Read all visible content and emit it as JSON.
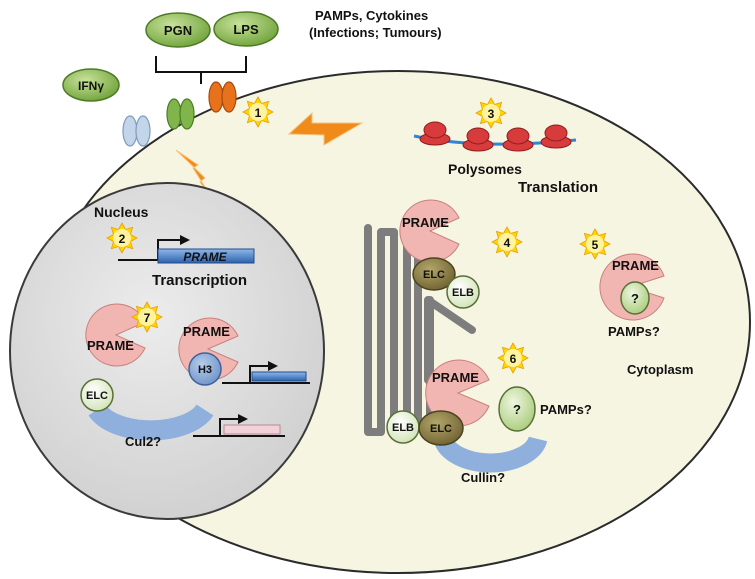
{
  "stimuli": {
    "pgn": "PGN",
    "lps": "LPS",
    "ifn": "IFNγ",
    "pamps_title": "PAMPs, Cytokines",
    "pamps_subtitle": "(Infections; Tumours)"
  },
  "steps": [
    "1",
    "2",
    "3",
    "4",
    "5",
    "6",
    "7"
  ],
  "labels": {
    "nucleus": "Nucleus",
    "prame_gene": "PRAME",
    "transcription": "Transcription",
    "polysomes": "Polysomes",
    "translation": "Translation",
    "cytoplasm": "Cytoplasm",
    "pamps_q1": "PAMPs?",
    "pamps_q2": "PAMPs?"
  },
  "proteins": {
    "prame": "PRAME",
    "elc": "ELC",
    "elb": "ELB",
    "h3": "H3",
    "unknown": "?",
    "cul2": "Cul2?",
    "cullin": "Cullin?"
  },
  "colors": {
    "cell_fill": "#f6f5e2",
    "nucleus_fill": "#dedede",
    "prame": "#f2b6b2",
    "elc": "#8f8048",
    "elb_fill": "#e6f0d8",
    "green_oval": "#8dbf4f",
    "receptor_orange": "#e8711c",
    "receptor_green": "#80b54b",
    "receptor_blue": "#c3d5e8",
    "cullin": "#8fb0dc",
    "gene_blue": "#3b76c2",
    "gene_pink": "#f2d2d8",
    "ribosome": "#d83b3b",
    "star": "#ffd400",
    "bolt": "#f08a1a"
  }
}
